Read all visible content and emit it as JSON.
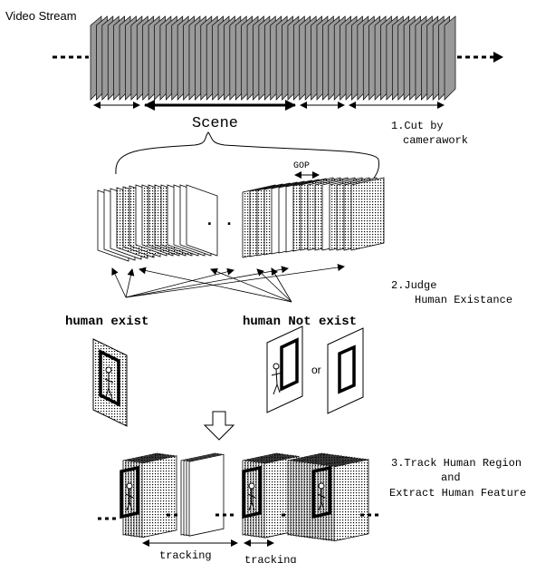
{
  "stream_label": "Video Stream",
  "scene_label": "Scene",
  "gop_label": "GOP",
  "step1": {
    "line1": "1.Cut by",
    "line2": "camerawork"
  },
  "step2": {
    "line1": "2.Judge",
    "line2": "Human Existance"
  },
  "step3": {
    "line1": "3.Track Human Region",
    "line2": "and",
    "line3": "Extract Human Feature"
  },
  "human_exist_label": "human exist",
  "human_not_exist_label": "human Not exist",
  "or_label": "or",
  "tracking_labels": [
    "tracking",
    "tracking"
  ],
  "colors": {
    "ink": "#000000",
    "paper": "#ffffff",
    "frame_fill": "#9a9a9a"
  }
}
